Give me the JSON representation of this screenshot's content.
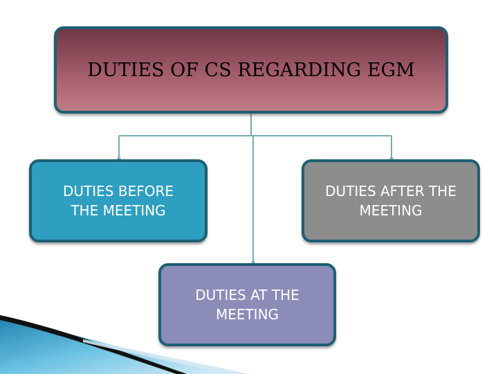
{
  "diagram": {
    "root": {
      "label": "DUTIES OF CS REGARDING EGM"
    },
    "children": [
      {
        "label": "DUTIES BEFORE\nTHE MEETING"
      },
      {
        "label": "DUTIES AFTER THE\nMEETING"
      },
      {
        "label": "DUTIES AT THE\nMEETING"
      }
    ]
  },
  "colors": {
    "root_fill": "#a8606f",
    "before_fill": "#2e9fc1",
    "after_fill": "#8d8d8d",
    "at_fill": "#8c8cb9",
    "border": "#1d5f74",
    "connector": "#7aa8b8"
  }
}
